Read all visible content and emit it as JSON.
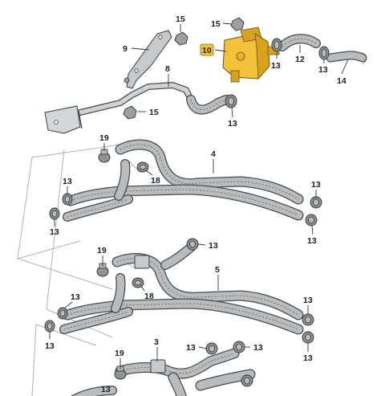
{
  "parts": {
    "p1": "15",
    "p2": "9",
    "p3": "15",
    "p4": "10",
    "p5": "12",
    "p6": "13",
    "p7": "14",
    "p8": "8",
    "p9": "15",
    "p10": "13",
    "p11": "19",
    "p12": "4",
    "p13": "18",
    "p14": "13",
    "p15": "13",
    "p16": "13",
    "p17": "13",
    "p18": "13",
    "p19": "19",
    "p20": "5",
    "p21": "18",
    "p22": "13",
    "p23": "13",
    "p24": "13",
    "p25": "13",
    "p26": "19",
    "p27": "3",
    "p28": "13",
    "p29": "13",
    "p30": "13",
    "p31": "13"
  },
  "highlight_part": "10",
  "colors": {
    "highlight": "#f3c23a",
    "hose": "#b9bcbf",
    "line": "#333333"
  }
}
